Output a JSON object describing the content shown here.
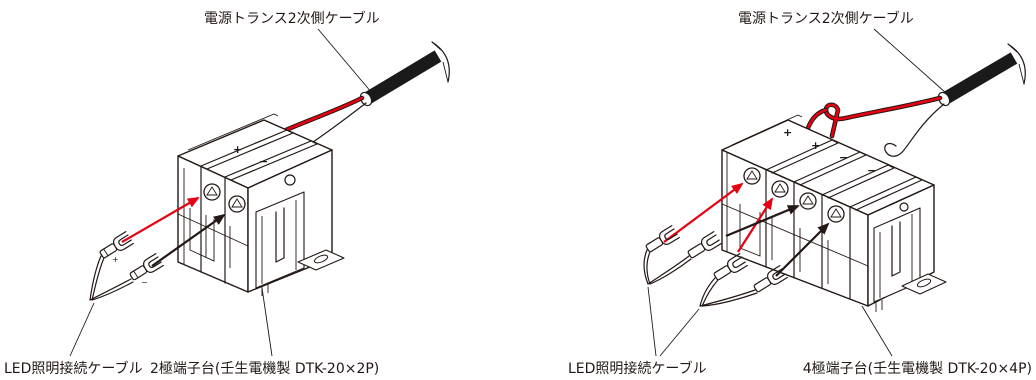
{
  "colors": {
    "line": "#231815",
    "red_wire": "#e60012",
    "cable": "#1a1a1a"
  },
  "left_assembly": {
    "cable_label": "電源トランス2次側ケーブル",
    "led_cable_label": "LED照明接続ケーブル",
    "terminal_block_label": "2極端子台(壬生電機製 DTK-20×2P)",
    "polarity_marks": [
      "+",
      "−"
    ],
    "terminal_marks": [
      "+",
      "−"
    ]
  },
  "right_assembly": {
    "cable_label": "電源トランス2次側ケーブル",
    "led_cable_label": "LED照明接続ケーブル",
    "terminal_block_label": "4極端子台(壬生電機製 DTK-20×4P)",
    "polarity_marks": [
      "+",
      "+",
      "−",
      "−"
    ]
  }
}
